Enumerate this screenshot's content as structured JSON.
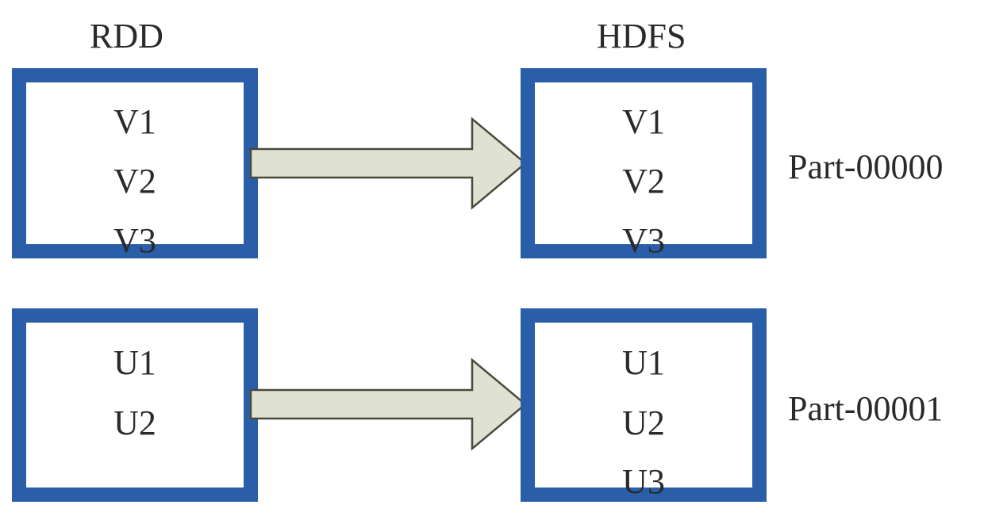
{
  "headings": {
    "left": "RDD",
    "right": "HDFS"
  },
  "rows": [
    {
      "rdd_items": [
        "V1",
        "V2",
        "V3"
      ],
      "hdfs_items": [
        "V1",
        "V2",
        "V3"
      ],
      "part_label": "Part-00000"
    },
    {
      "rdd_items": [
        "U1",
        "U2"
      ],
      "hdfs_items": [
        "U1",
        "U2",
        "U3"
      ],
      "part_label": "Part-00001"
    }
  ],
  "colors": {
    "box_border": "#2a5ea8",
    "arrow_fill": "#dfe1d2",
    "arrow_stroke": "#4a4a3a",
    "text": "#2a2a2a"
  }
}
